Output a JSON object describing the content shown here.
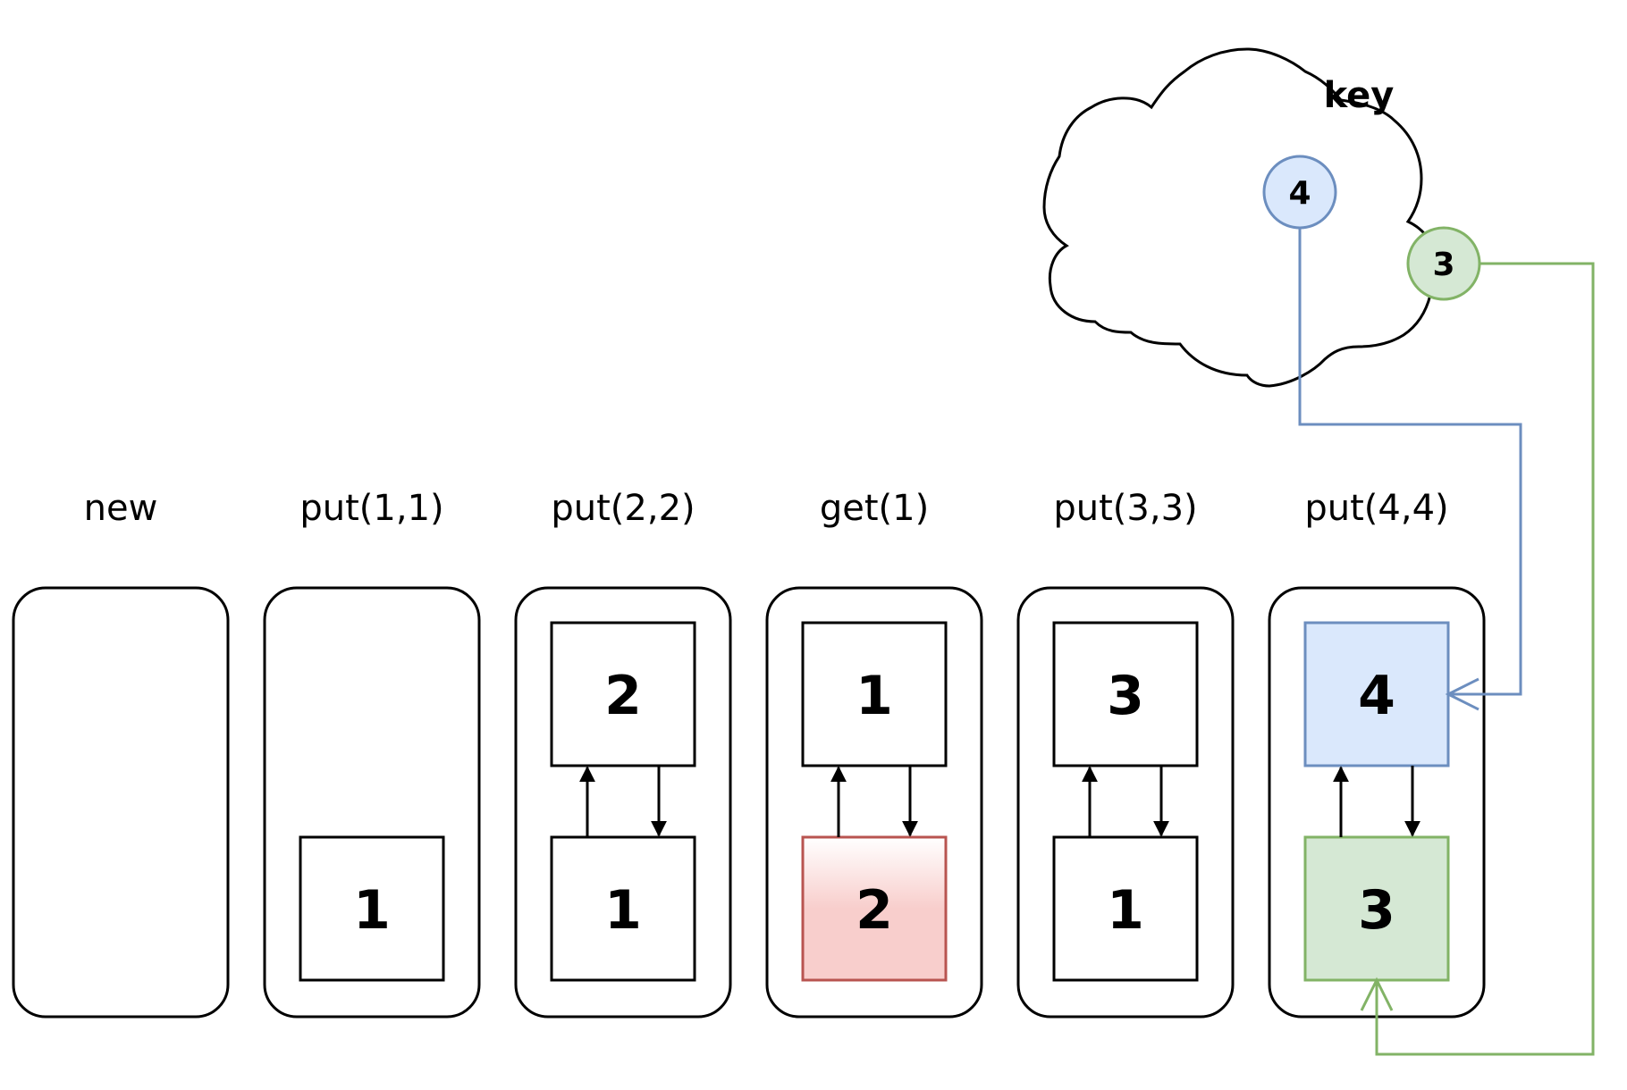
{
  "columns": [
    {
      "label": "new",
      "nodes": []
    },
    {
      "label": "put(1,1)",
      "nodes": [
        {
          "slot": "bottom",
          "value": "1",
          "style": "plain"
        }
      ]
    },
    {
      "label": "put(2,2)",
      "nodes": [
        {
          "slot": "top",
          "value": "2",
          "style": "plain"
        },
        {
          "slot": "bottom",
          "value": "1",
          "style": "plain"
        }
      ]
    },
    {
      "label": "get(1)",
      "nodes": [
        {
          "slot": "top",
          "value": "1",
          "style": "plain"
        },
        {
          "slot": "bottom",
          "value": "2",
          "style": "evicted"
        }
      ]
    },
    {
      "label": "put(3,3)",
      "nodes": [
        {
          "slot": "top",
          "value": "3",
          "style": "plain"
        },
        {
          "slot": "bottom",
          "value": "1",
          "style": "plain"
        }
      ]
    },
    {
      "label": "put(4,4)",
      "nodes": [
        {
          "slot": "top",
          "value": "4",
          "style": "blue"
        },
        {
          "slot": "bottom",
          "value": "3",
          "style": "green"
        }
      ]
    }
  ],
  "key_map": {
    "title": "key",
    "keys": [
      {
        "value": "4",
        "style": "blue",
        "target": "top"
      },
      {
        "value": "3",
        "style": "green",
        "target": "bottom"
      }
    ]
  },
  "colors": {
    "plain_fill": "#ffffff",
    "plain_stroke": "#000000",
    "blue_fill": "#dae8fc",
    "blue_stroke": "#6c8ebf",
    "green_fill": "#d5e8d4",
    "green_stroke": "#82b366",
    "evicted_fill": "#f8cecc",
    "evicted_stroke": "#b85450"
  }
}
